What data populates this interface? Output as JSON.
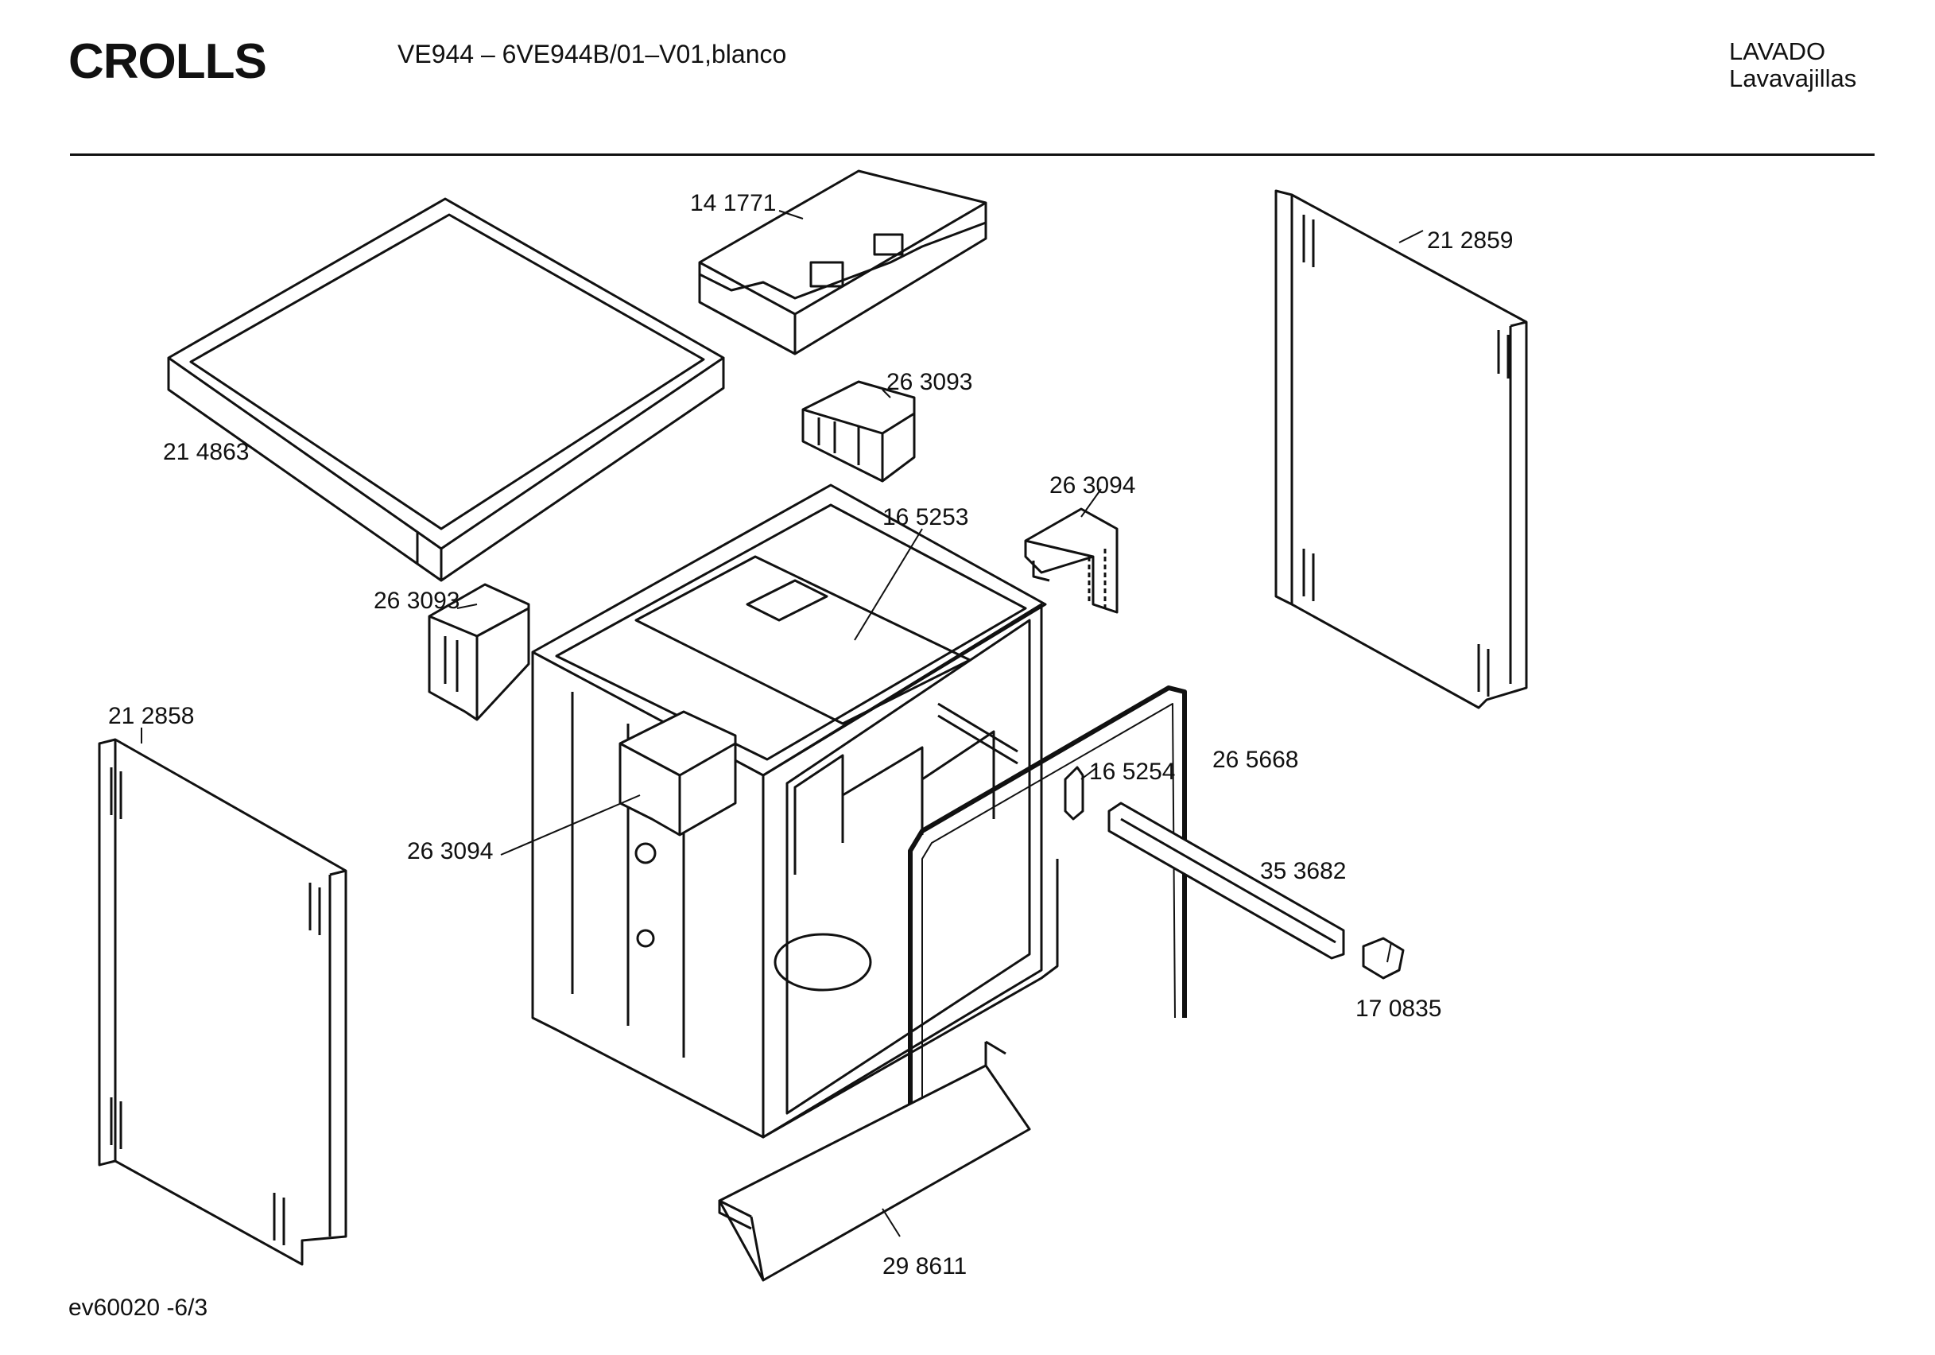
{
  "header": {
    "brand": "CROLLS",
    "model": "VE944 – 6VE944B/01–V01,blanco",
    "category": "LAVADO",
    "subcategory": "Lavavajillas"
  },
  "footer": {
    "code": "ev60020 -6/3"
  },
  "parts": [
    {
      "id": "top-cover",
      "number": "21 4863"
    },
    {
      "id": "control-module",
      "number": "14 1771"
    },
    {
      "id": "clip-upper",
      "number": "26 3093"
    },
    {
      "id": "bracket-right",
      "number": "26 3094"
    },
    {
      "id": "latch-top",
      "number": "16 5253"
    },
    {
      "id": "right-side-panel",
      "number": "21 2859"
    },
    {
      "id": "clip-left",
      "number": "26 3093"
    },
    {
      "id": "left-side-panel",
      "number": "21 2858"
    },
    {
      "id": "bracket-left",
      "number": "26 3094"
    },
    {
      "id": "door-seal",
      "number": "26 5668"
    },
    {
      "id": "hinge-clip",
      "number": "16 5254"
    },
    {
      "id": "rail",
      "number": "35 3682"
    },
    {
      "id": "end-cap",
      "number": "17 0835"
    },
    {
      "id": "base-strip",
      "number": "29 8611"
    }
  ]
}
